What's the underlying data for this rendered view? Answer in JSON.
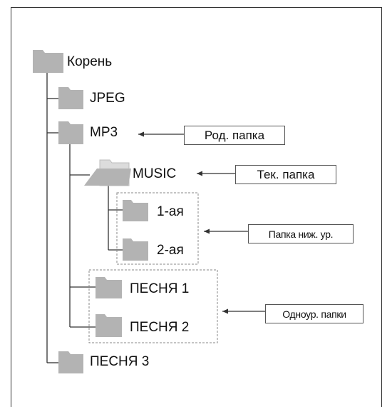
{
  "tree": {
    "root": "Корень",
    "jpeg": "JPEG",
    "mp3": "MP3",
    "music": "MUSIC",
    "sub1": "1-ая",
    "sub2": "2-ая",
    "song1": "ПЕСНЯ 1",
    "song2": "ПЕСНЯ 2",
    "song3": "ПЕСНЯ 3"
  },
  "callouts": {
    "parent_folder": "Род. папка",
    "current_folder": "Тек. папка",
    "lower_level": "Папка ниж. ур.",
    "same_level": "Одноур. папки"
  },
  "colors": {
    "folder": "#b3b3b3",
    "folder_open": "#c8c8c8",
    "line": "#333333"
  }
}
